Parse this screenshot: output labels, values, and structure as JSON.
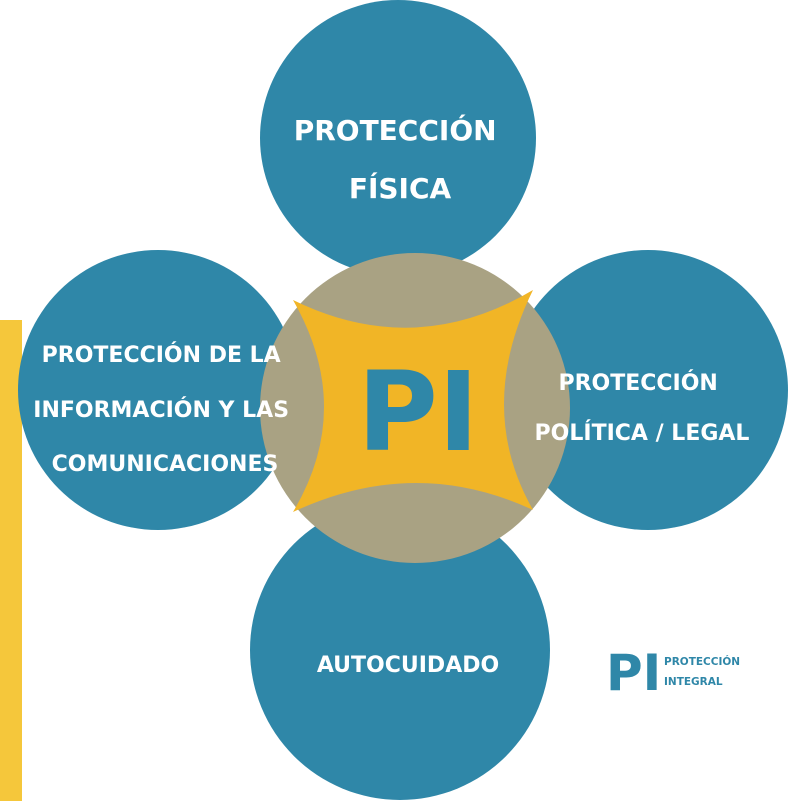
{
  "colors": {
    "petal": "#2f87a8",
    "overlap": "#a9a283",
    "core": "#f1b526",
    "side_bar": "#f5c73b",
    "text": "#ffffff",
    "center_text": "#2f87a8"
  },
  "diagram": {
    "center": {
      "label": "PI"
    },
    "petals": [
      {
        "id": "top",
        "lines": [
          "PROTECCIÓN",
          "FÍSICA"
        ]
      },
      {
        "id": "left",
        "lines": [
          "PROTECCIÓN DE LA",
          "INFORMACIÓN Y LAS",
          "COMUNICACIONES"
        ]
      },
      {
        "id": "right",
        "lines": [
          "PROTECCIÓN",
          "POLÍTICA / LEGAL"
        ]
      },
      {
        "id": "bottom",
        "lines": [
          "AUTOCUIDADO"
        ]
      }
    ]
  },
  "logo": {
    "mark": "PI",
    "lines": [
      "PROTECCIÓN",
      "INTEGRAL"
    ]
  }
}
